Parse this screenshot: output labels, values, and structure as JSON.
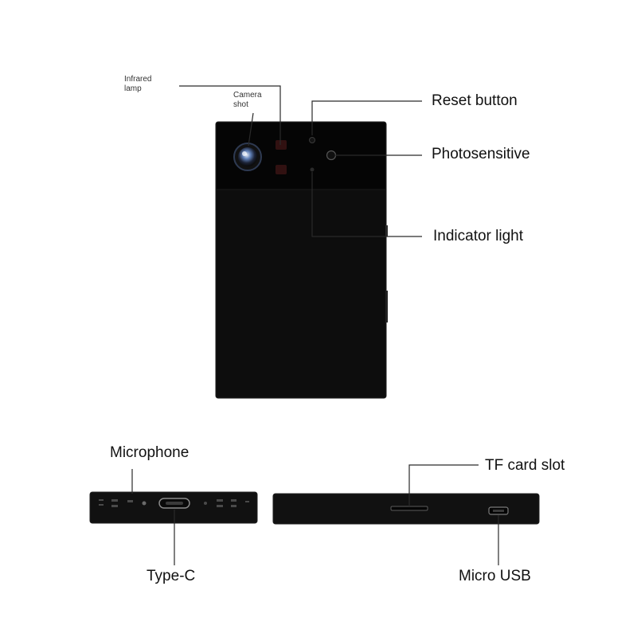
{
  "colors": {
    "device_body": "#0d0d0d",
    "device_top_band": "#060606",
    "leader_line": "#2a2a2a",
    "label_text": "#111111",
    "infrared_lamp_tint": "#3a1414",
    "lens_ring": "#6a8ac0"
  },
  "top_view": {
    "labels": {
      "infrared_lamp_line1": "Infrared",
      "infrared_lamp_line2": "lamp",
      "camera_shot_line1": "Camera",
      "camera_shot_line2": "shot",
      "reset_button": "Reset button",
      "photosensitive": "Photosensitive",
      "indicator_light": "Indicator light"
    }
  },
  "left_end_view": {
    "labels": {
      "microphone": "Microphone",
      "type_c": "Type-C"
    }
  },
  "right_end_view": {
    "labels": {
      "tf_card_slot": "TF card slot",
      "micro_usb": "Micro USB"
    }
  },
  "icons": {
    "camera_lens": "camera-lens-icon",
    "infrared_lamp": "infrared-led-icon",
    "reset_button": "reset-hole-icon",
    "photosensitive": "light-sensor-icon",
    "indicator_light": "indicator-led-icon",
    "microphone": "microphone-hole-icon",
    "type_c": "usb-c-port-icon",
    "tf_card_slot": "sd-card-slot-icon",
    "micro_usb": "micro-usb-port-icon"
  }
}
